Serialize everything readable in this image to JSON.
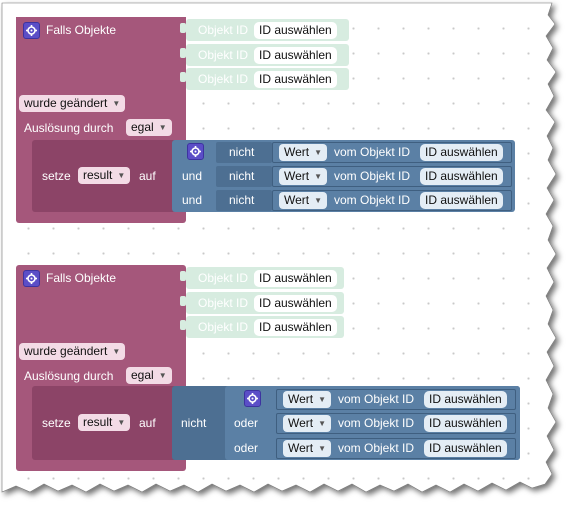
{
  "blocks": [
    {
      "header": "Falls Objekte",
      "object_rows": [
        {
          "label": "Objekt ID",
          "value": "ID auswählen"
        },
        {
          "label": "Objekt ID",
          "value": "ID auswählen"
        },
        {
          "label": "Objekt ID",
          "value": "ID auswählen"
        }
      ],
      "trigger_dropdown": "wurde geändert",
      "ausloesung_label": "Auslösung durch",
      "ausloesung_value": "egal",
      "setze_label": "setze",
      "variable": "result",
      "auf_label": "auf",
      "conditions": [
        {
          "join": "",
          "negation": "nicht",
          "property": "Wert",
          "from_label": "vom Objekt ID",
          "value": "ID auswählen"
        },
        {
          "join": "und",
          "negation": "nicht",
          "property": "Wert",
          "from_label": "vom Objekt ID",
          "value": "ID auswählen"
        },
        {
          "join": "und",
          "negation": "nicht",
          "property": "Wert",
          "from_label": "vom Objekt ID",
          "value": "ID auswählen"
        }
      ]
    },
    {
      "header": "Falls Objekte",
      "object_rows": [
        {
          "label": "Objekt ID",
          "value": "ID auswählen"
        },
        {
          "label": "Objekt ID",
          "value": "ID auswählen"
        },
        {
          "label": "Objekt ID",
          "value": "ID auswählen"
        }
      ],
      "trigger_dropdown": "wurde geändert",
      "ausloesung_label": "Auslösung durch",
      "ausloesung_value": "egal",
      "setze_label": "setze",
      "variable": "result",
      "auf_label": "auf",
      "negation": "nicht",
      "conditions": [
        {
          "join": "",
          "property": "Wert",
          "from_label": "vom Objekt ID",
          "value": "ID auswählen"
        },
        {
          "join": "oder",
          "property": "Wert",
          "from_label": "vom Objekt ID",
          "value": "ID auswählen"
        },
        {
          "join": "oder",
          "property": "Wert",
          "from_label": "vom Objekt ID",
          "value": "ID auswählen"
        }
      ]
    }
  ],
  "colors": {
    "event_block": "#a5577b",
    "object_block": "#d7ece0",
    "logic_block": "#5b80a5",
    "gear": "#5b4ec7"
  }
}
